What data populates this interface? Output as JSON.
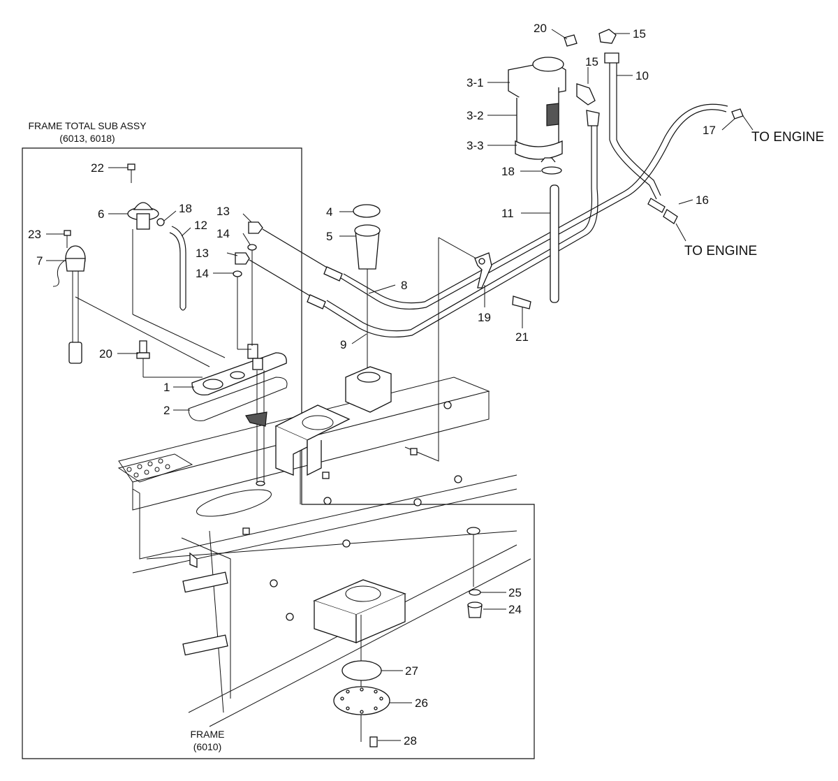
{
  "frame_total": {
    "title": "FRAME TOTAL SUB ASSY",
    "codes": "(6013, 6018)"
  },
  "frame": {
    "title": "FRAME",
    "code": "(6010)"
  },
  "engine_labels": {
    "upper": "TO ENGINE",
    "lower": "TO ENGINE"
  },
  "callouts": {
    "p1": "1",
    "p2": "2",
    "p3_1": "3-1",
    "p3_2": "3-2",
    "p3_3": "3-3",
    "p4": "4",
    "p5": "5",
    "p6": "6",
    "p7": "7",
    "p8": "8",
    "p9": "9",
    "p10": "10",
    "p11": "11",
    "p12": "12",
    "p13a": "13",
    "p13b": "13",
    "p14a": "14",
    "p14b": "14",
    "p15a": "15",
    "p15b": "15",
    "p16": "16",
    "p17": "17",
    "p18a": "18",
    "p18b": "18",
    "p19": "19",
    "p20a": "20",
    "p20b": "20",
    "p21": "21",
    "p22": "22",
    "p23": "23",
    "p24": "24",
    "p25": "25",
    "p26": "26",
    "p27": "27",
    "p28": "28"
  }
}
